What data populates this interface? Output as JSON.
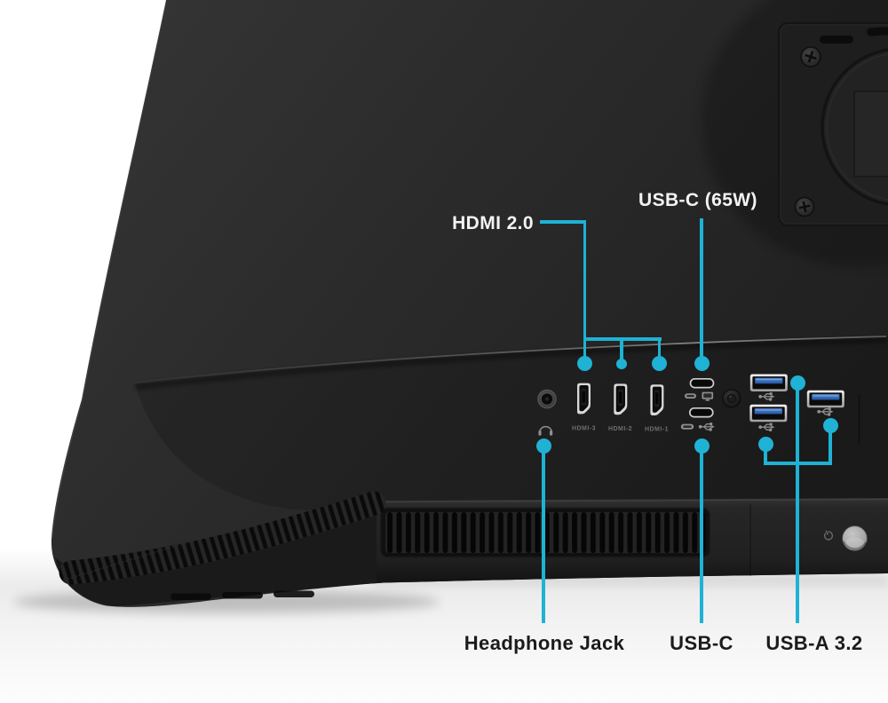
{
  "colors": {
    "accent": "#1fb2d4",
    "monitor_shell": "#2a2a2a",
    "usb_blue": "#3b74c0",
    "background": "#ffffff"
  },
  "callouts": {
    "hdmi": {
      "label": "HDMI 2.0"
    },
    "usb_c_power": {
      "label": "USB-C (65W)"
    },
    "headphone": {
      "label": "Headphone Jack"
    },
    "usb_c": {
      "label": "USB-C"
    },
    "usb_a": {
      "label": "USB-A 3.2"
    }
  },
  "ports": {
    "hdmi_sublabels": [
      "HDMI-3",
      "HDMI-2",
      "HDMI-1"
    ]
  }
}
